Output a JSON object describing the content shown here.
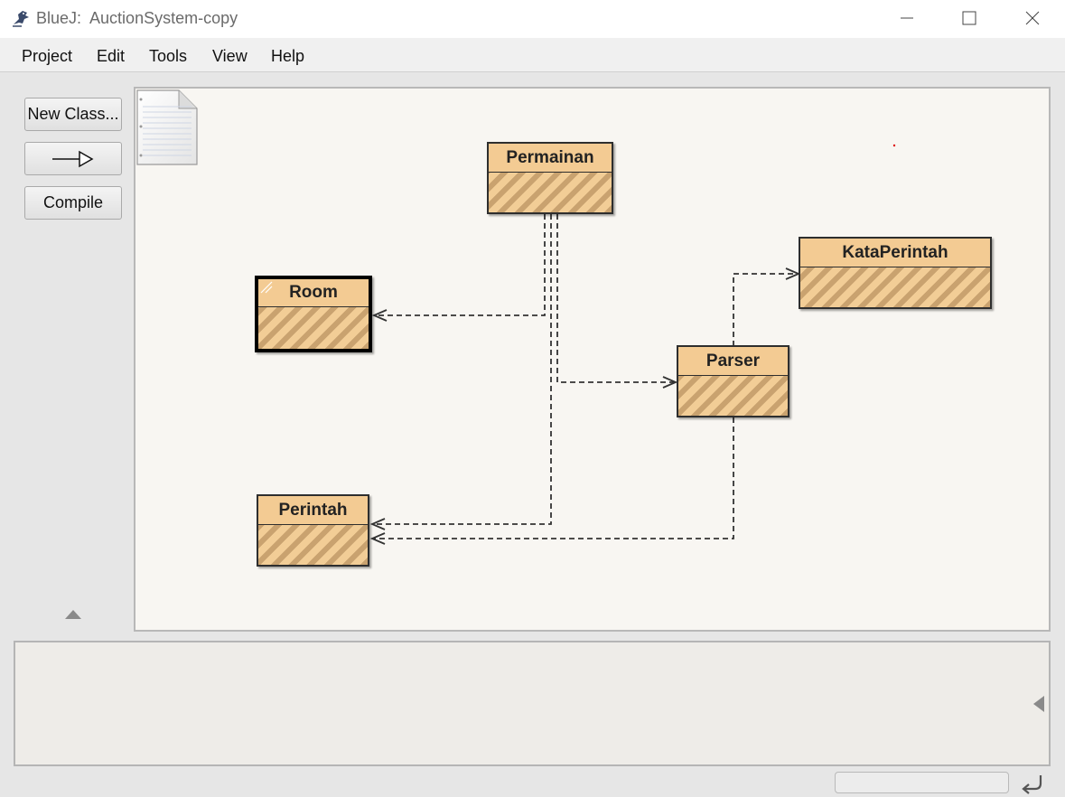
{
  "window": {
    "title": "BlueJ:  AuctionSystem-copy",
    "icons": {
      "app": "bluej-bird-icon",
      "minimize": "minimize-icon",
      "maximize": "maximize-icon",
      "close": "close-icon"
    }
  },
  "menu": {
    "items": [
      {
        "label": "Project"
      },
      {
        "label": "Edit"
      },
      {
        "label": "Tools"
      },
      {
        "label": "View"
      },
      {
        "label": "Help"
      }
    ]
  },
  "toolbar": {
    "new_class_label": "New Class...",
    "arrow_icon": "inheritance-arrow-icon",
    "compile_label": "Compile"
  },
  "diagram": {
    "readme_icon": "readme-document-icon",
    "classes": [
      {
        "name": "Permainan"
      },
      {
        "name": "Room",
        "selected": true
      },
      {
        "name": "KataPerintah"
      },
      {
        "name": "Parser"
      },
      {
        "name": "Perintah"
      }
    ],
    "dependencies": [
      {
        "from": "Permainan",
        "to": "Room"
      },
      {
        "from": "Permainan",
        "to": "Parser"
      },
      {
        "from": "Permainan",
        "to": "Perintah"
      },
      {
        "from": "Parser",
        "to": "KataPerintah"
      },
      {
        "from": "Parser",
        "to": "Perintah"
      }
    ]
  },
  "colors": {
    "class_fill": "#f2cc94",
    "class_stripe": "#c9a26f",
    "canvas_bg": "#f8f6f2",
    "window_bg": "#e6e6e6"
  }
}
